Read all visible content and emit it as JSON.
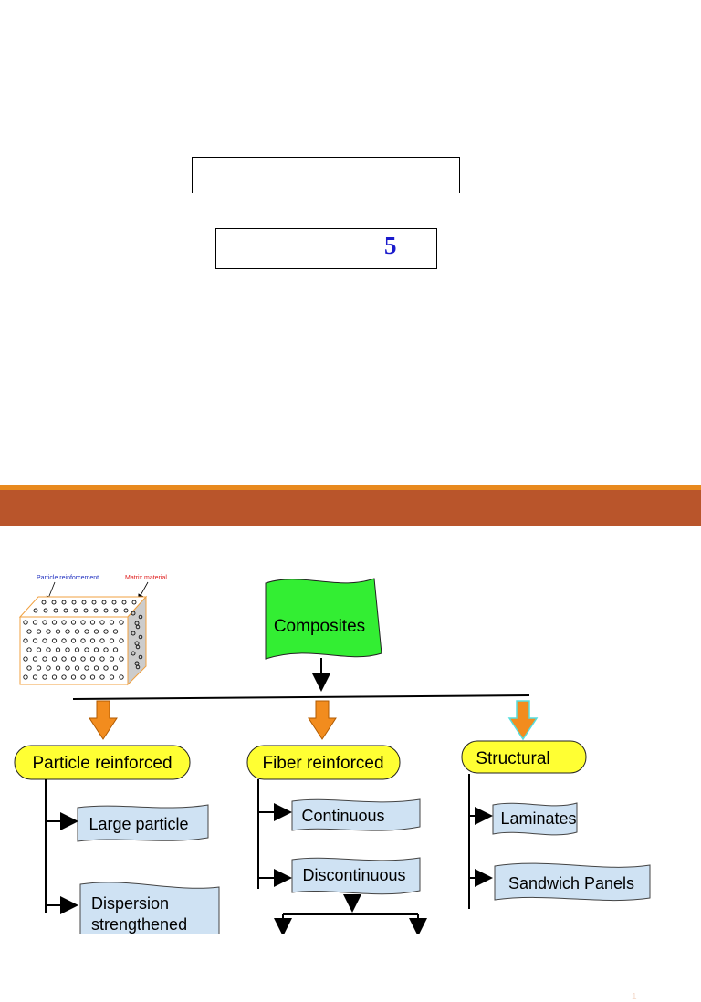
{
  "slide1": {
    "box_number": "5",
    "page_number": "1",
    "colors": {
      "number": "#1a1acc",
      "accent_line": "#e8891e",
      "footer": "#b9552b"
    }
  },
  "slide2": {
    "figure": {
      "particle_label": "Particle reinforcement",
      "matrix_label": "Matrix material"
    },
    "chart": {
      "root": "Composites",
      "categories": [
        "Particle reinforced",
        "Fiber reinforced",
        "Structural"
      ],
      "particle_items": [
        "Large particle",
        "Dispersion",
        "strengthened"
      ],
      "fiber_items": [
        "Continuous",
        "Discontinuous"
      ],
      "structural_items": [
        "Laminates",
        "Sandwich Panels"
      ]
    },
    "colors": {
      "root": "#33ee33",
      "category": "#ffff33",
      "item": "#cfe2f3",
      "arrow": "#f28c1e"
    }
  }
}
